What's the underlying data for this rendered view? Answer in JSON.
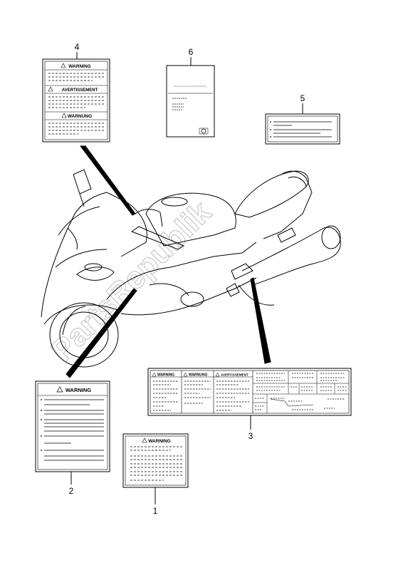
{
  "callouts": {
    "c1": "1",
    "c2": "2",
    "c3": "3",
    "c4": "4",
    "c5": "5",
    "c6": "6"
  },
  "label_texts": {
    "warning": "WARNING",
    "avertissement": "AVERTISSEMENT",
    "warnung": "WARNUNG"
  },
  "watermark": "PartsRepublik",
  "colors": {
    "line": "#000000",
    "watermark": "#c9c9c9"
  }
}
